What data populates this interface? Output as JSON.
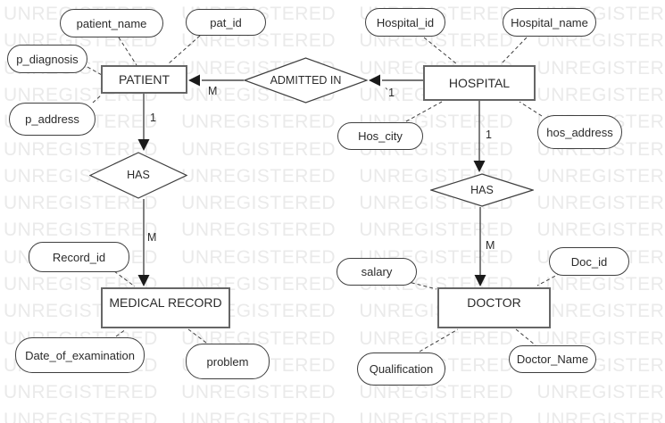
{
  "diagram": {
    "entities": {
      "patient": "PATIENT",
      "hospital": "HOSPITAL",
      "medical_record": "MEDICAL RECORD",
      "doctor": "DOCTOR"
    },
    "relationships": {
      "admitted_in": "ADMITTED IN",
      "has_patient_record": "HAS",
      "has_hospital_doctor": "HAS"
    },
    "attributes": {
      "patient_name": "patient_name",
      "pat_id": "pat_id",
      "p_diagnosis": "p_diagnosis",
      "p_address": "p_address",
      "hospital_id": "Hospital_id",
      "hospital_name": "Hospital_name",
      "hos_city": "Hos_city",
      "hos_address": "hos_address",
      "record_id": "Record_id",
      "date_of_examination": "Date_of_examination",
      "problem": "problem",
      "salary": "salary",
      "doc_id": "Doc_id",
      "qualification": "Qualification",
      "doctor_name": "Doctor_Name"
    },
    "cardinalities": {
      "admitted_patient_side": "M",
      "admitted_hospital_side": "`1",
      "patient_has": "1",
      "has_medical_record": "M",
      "hospital_has": "1",
      "has_doctor": "M"
    }
  },
  "watermark": {
    "text": "UNREGISTERED",
    "color": "#eaeaea"
  },
  "colors": {
    "entity_border": "#666666",
    "shape_border": "#3f3f3f",
    "line": "#4a4a4a",
    "arrow": "#1a1a1a",
    "text": "#2b2b2b",
    "background": "#ffffff"
  }
}
